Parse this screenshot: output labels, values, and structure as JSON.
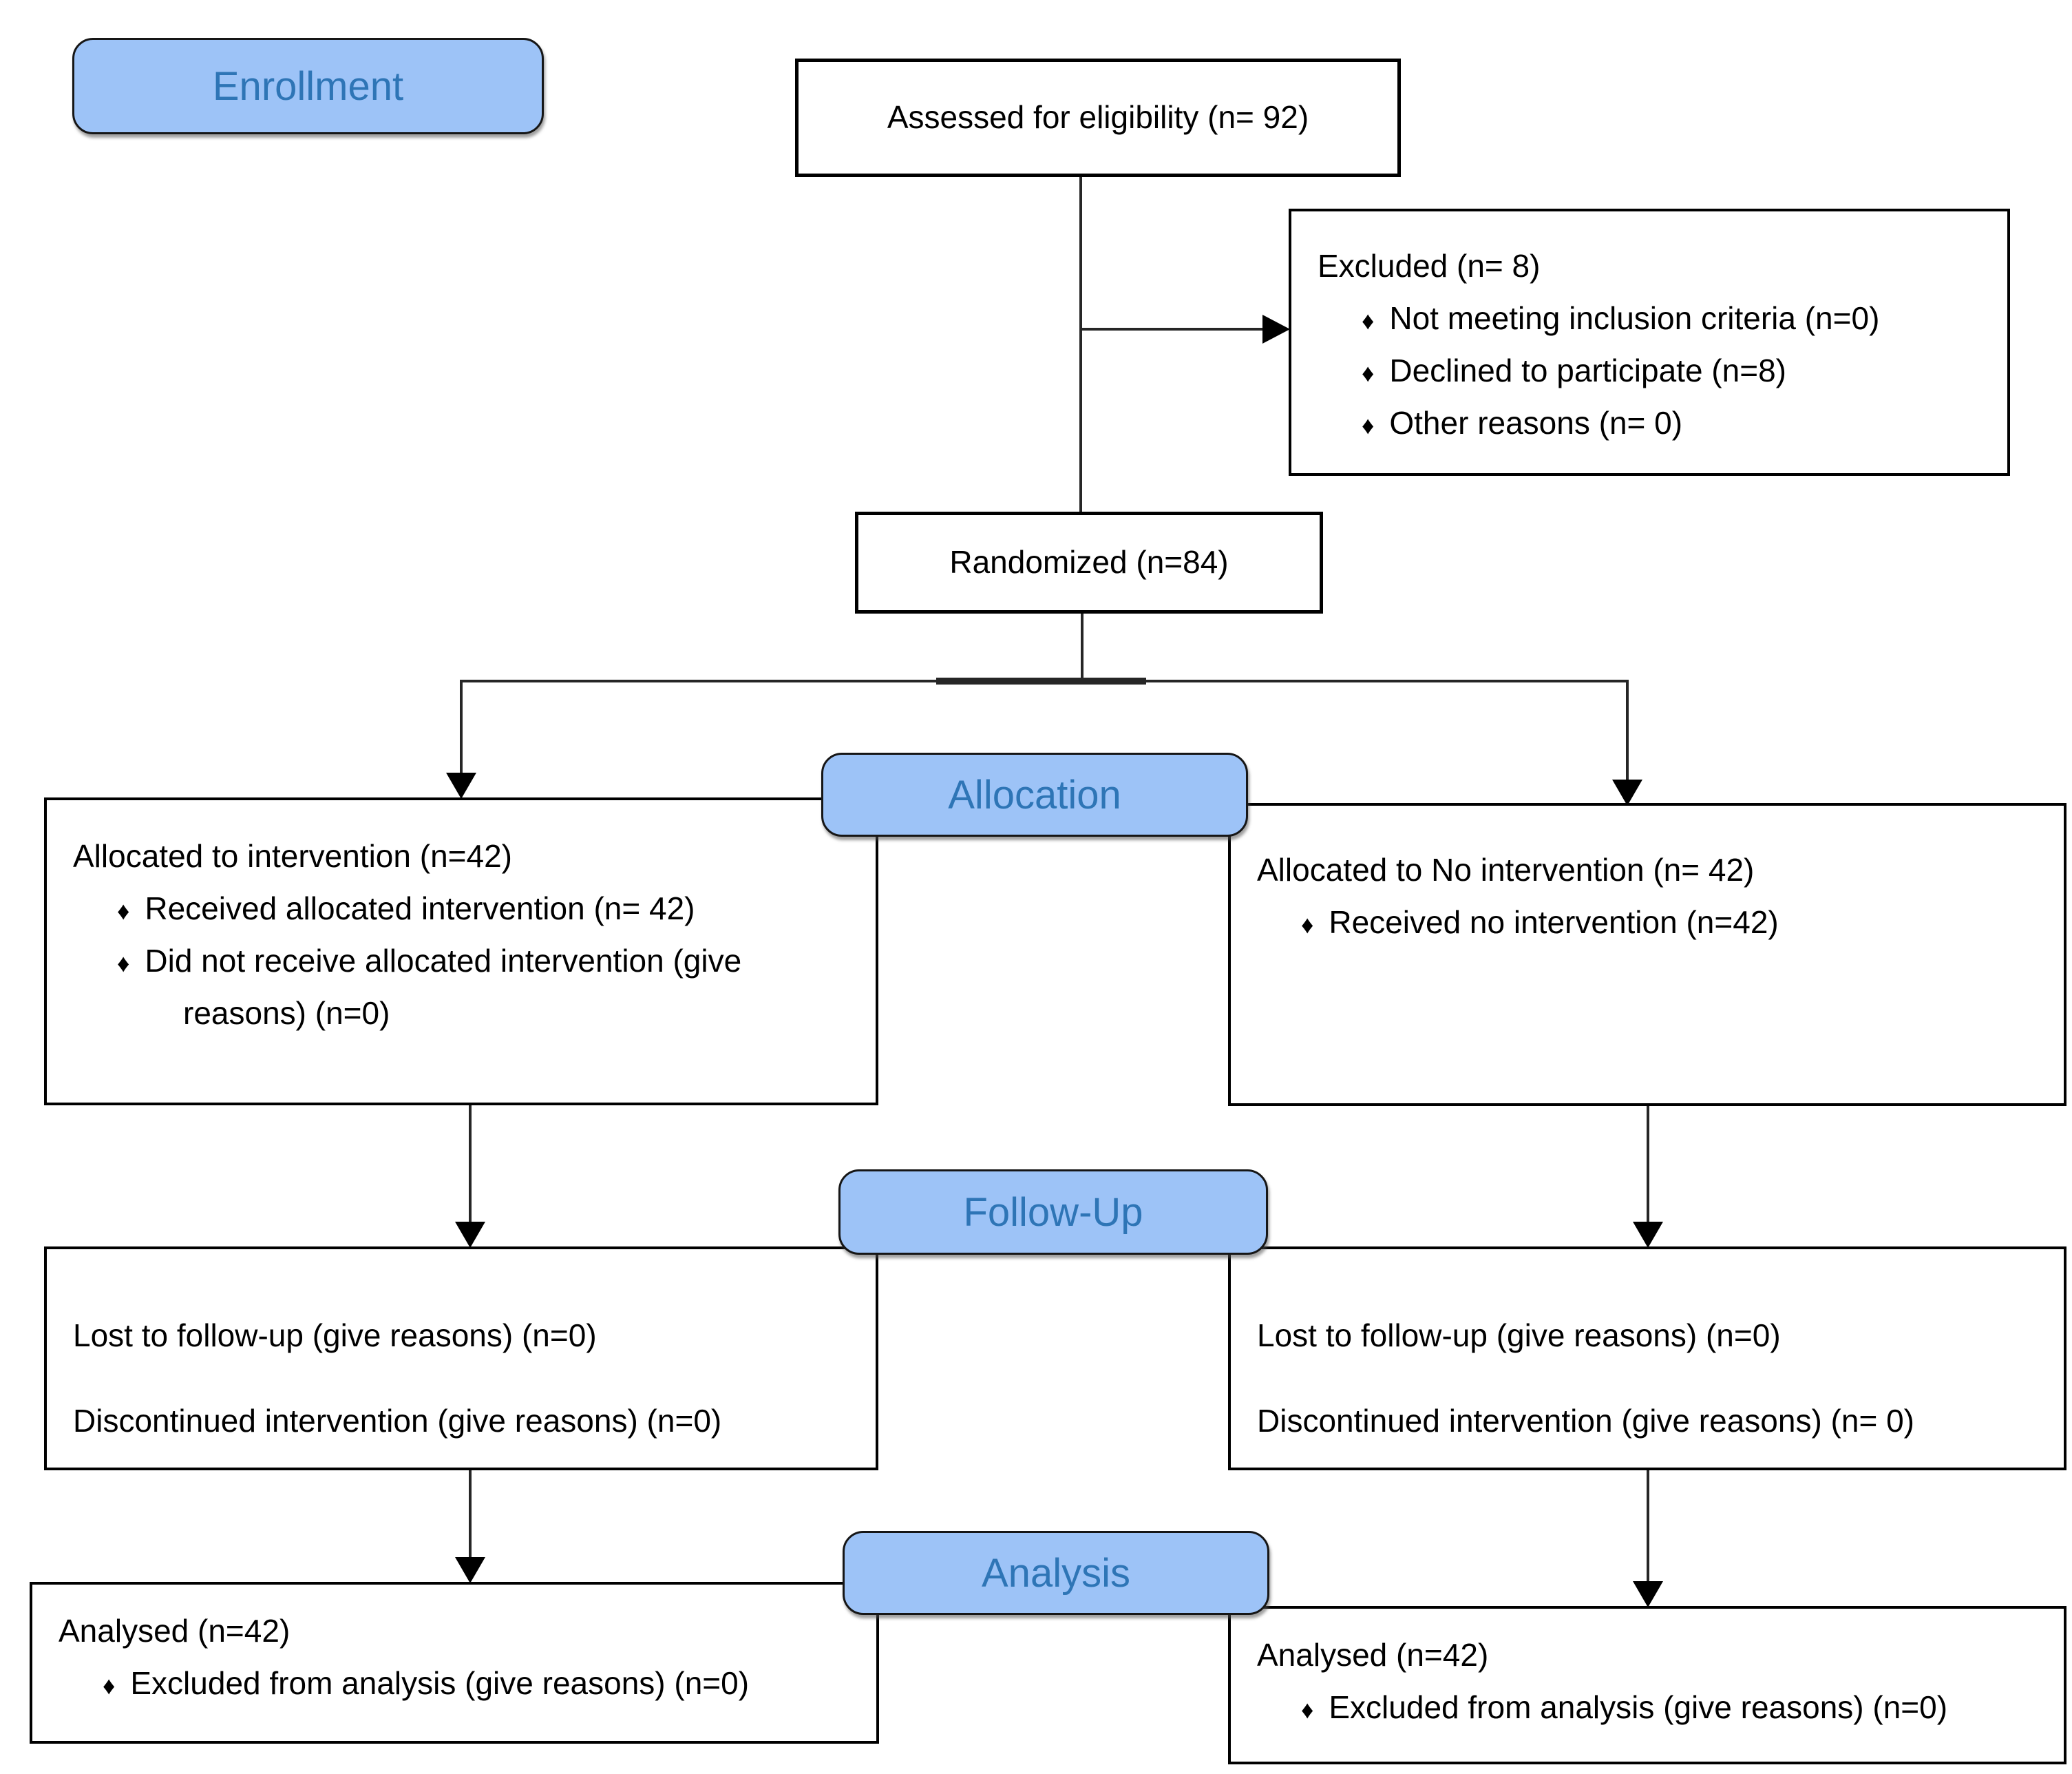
{
  "diagram": {
    "bullet": "♦",
    "colors": {
      "label_fill": "#9DC3F7",
      "label_text": "#2E75B6",
      "box_border": "#000000",
      "connector": "#262626"
    },
    "stage_labels": {
      "enrollment": "Enrollment",
      "allocation": "Allocation",
      "followup": "Follow-Up",
      "analysis": "Analysis"
    },
    "assessed": {
      "text": "Assessed for eligibility (n= 92)"
    },
    "excluded": {
      "title": "Excluded (n= 8)",
      "bullets": [
        "Not meeting inclusion criteria (n=0)",
        "Declined to participate (n=8)",
        "Other reasons (n= 0)"
      ]
    },
    "randomized": {
      "text": "Randomized (n=84)"
    },
    "allocation_left": {
      "title": "Allocated to intervention (n=42)",
      "bullets": [
        "Received allocated intervention (n= 42)",
        "Did not receive allocated intervention (give reasons) (n=0)"
      ]
    },
    "allocation_right": {
      "title": "Allocated to No intervention (n= 42)",
      "bullets": [
        "Received no intervention (n=42)"
      ]
    },
    "followup_left": {
      "lines": [
        "Lost to follow-up (give reasons) (n=0)",
        "Discontinued intervention (give reasons) (n=0)"
      ]
    },
    "followup_right": {
      "lines": [
        "Lost to follow-up (give reasons) (n=0)",
        "Discontinued intervention (give reasons) (n= 0)"
      ]
    },
    "analysis_left": {
      "title": "Analysed (n=42)",
      "bullets": [
        "Excluded from analysis (give reasons) (n=0)"
      ]
    },
    "analysis_right": {
      "title": "Analysed (n=42)",
      "bullets": [
        "Excluded from analysis (give reasons) (n=0)"
      ]
    }
  }
}
